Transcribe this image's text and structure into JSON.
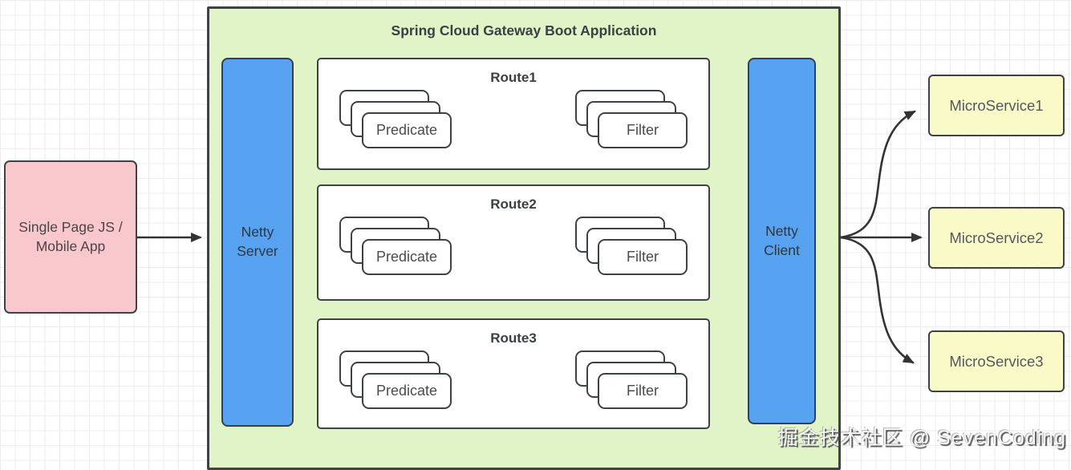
{
  "diagram": {
    "title": "Spring Cloud Gateway Boot Application",
    "client_box": {
      "line1": "Single Page JS /",
      "line2": "Mobile App"
    },
    "netty_server": {
      "line1": "Netty",
      "line2": "Server"
    },
    "netty_client": {
      "line1": "Netty",
      "line2": "Client"
    },
    "routes": [
      {
        "title": "Route1",
        "predicate_label": "Predicate",
        "filter_label": "Filter"
      },
      {
        "title": "Route2",
        "predicate_label": "Predicate",
        "filter_label": "Filter"
      },
      {
        "title": "Route3",
        "predicate_label": "Predicate",
        "filter_label": "Filter"
      }
    ],
    "microservices": [
      {
        "label": "MicroService1"
      },
      {
        "label": "MicroService2"
      },
      {
        "label": "MicroService3"
      }
    ],
    "watermark": "掘金技术社区 @ SevenCoding",
    "colors": {
      "gateway_fill": "#e0f4c8",
      "netty_fill": "#58a2f2",
      "client_fill": "#f9c8cd",
      "microservice_fill": "#fafac9",
      "box_border": "#3d4247",
      "arrow": "#333333",
      "card_fill": "#ffffff",
      "grid_line": "#ececec"
    }
  }
}
